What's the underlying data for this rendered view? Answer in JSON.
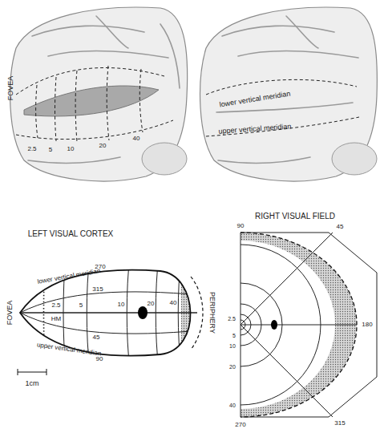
{
  "diagram": {
    "labels": [
      "FOVEA",
      "2.5",
      "5",
      "10",
      "20",
      "40",
      "lower vertical meridian",
      "upper vertical meridian",
      "LEFT VISUAL CORTEX",
      "RIGHT VISUAL FIELD",
      "lower vertical meridian",
      "270",
      "315",
      "2.5",
      "5",
      "10",
      "20",
      "40",
      "HM",
      "45",
      "90",
      "upper vertical meridian",
      "FOVEA",
      "PERIPHERY",
      "1cm",
      "90",
      "45",
      "2.5",
      "5",
      "10",
      "20",
      "40",
      "180",
      "315",
      "270"
    ]
  }
}
